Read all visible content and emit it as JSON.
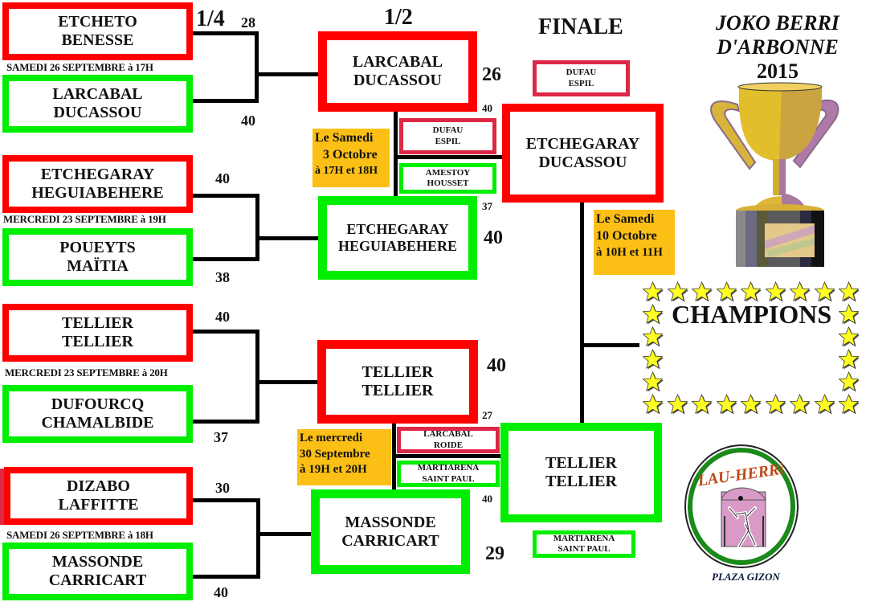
{
  "header": {
    "title_line1": "JOKO BERRI",
    "title_line2": "D'ARBONNE",
    "year": "2015"
  },
  "rounds": {
    "quarter": "1/4",
    "semi": "1/2",
    "final": "FINALE"
  },
  "quarterfinals": [
    {
      "team1": {
        "line1": "ETCHETO",
        "line2": "BENESSE",
        "score": "28"
      },
      "team2": {
        "line1": "LARCABAL",
        "line2": "DUCASSOU",
        "score": "40"
      },
      "date": "SAMEDI 26 SEPTEMBRE à 17H"
    },
    {
      "team1": {
        "line1": "ETCHEGARAY",
        "line2": "HEGUIABEHERE",
        "score": "40"
      },
      "team2": {
        "line1": "POUEYTS",
        "line2": "MAÏTIA",
        "score": "38"
      },
      "date": "MERCREDI 23 SEPTEMBRE à 19H"
    },
    {
      "team1": {
        "line1": "TELLIER",
        "line2": "TELLIER",
        "score": "40"
      },
      "team2": {
        "line1": "DUFOURCQ",
        "line2": "CHAMALBIDE",
        "score": "37"
      },
      "date": "MERCREDI 23 SEPTEMBRE à 20H"
    },
    {
      "team1": {
        "line1": "DIZABO",
        "line2": "LAFFITTE",
        "score": "30"
      },
      "team2": {
        "line1": "MASSONDE",
        "line2": "CARRICART",
        "score": "40"
      },
      "date": "SAMEDI 26 SEPTEMBRE à 18H"
    }
  ],
  "semifinals": [
    {
      "team1": {
        "line1": "LARCABAL",
        "line2": "DUCASSOU",
        "score": "26"
      },
      "team2": {
        "line1": "ETCHEGARAY",
        "line2": "HEGUIABEHERE",
        "score": "40"
      },
      "note": {
        "line1": "Le Samedi",
        "line2": "3 Octobre",
        "line3": "à 17H et 18H"
      },
      "consolation": {
        "team1": {
          "line1": "DUFAU",
          "line2": "ESPIL",
          "score": "40"
        },
        "team2": {
          "line1": "AMESTOY",
          "line2": "HOUSSET",
          "score": "37"
        }
      }
    },
    {
      "team1": {
        "line1": "TELLIER",
        "line2": "TELLIER",
        "score": "40"
      },
      "team2": {
        "line1": "MASSONDE",
        "line2": "CARRICART",
        "score": "29"
      },
      "note": {
        "line1": "Le mercredi",
        "line2": "30 Septembre",
        "line3": "à 19H et 20H"
      },
      "consolation": {
        "team1": {
          "line1": "LARCABAL",
          "line2": "ROIDE",
          "score": "27"
        },
        "team2": {
          "line1": "MARTIARENA",
          "line2": "SAINT PAUL",
          "score": "40"
        }
      }
    }
  ],
  "final": {
    "team1": {
      "line1": "ETCHEGARAY",
      "line2": "DUCASSOU"
    },
    "team2": {
      "line1": "TELLIER",
      "line2": "TELLIER"
    },
    "consolation1": {
      "line1": "DUFAU",
      "line2": "ESPIL"
    },
    "consolation2": {
      "line1": "MARTIARENA",
      "line2": "SAINT PAUL"
    },
    "note": {
      "line1": "Le Samedi",
      "line2": "10 Octobre",
      "line3": "à 10H et 11H"
    }
  },
  "champions": {
    "label": "CHAMPIONS"
  },
  "logo": {
    "club_name": "LAU-HERRi",
    "caption": "PLAZA GIZON"
  },
  "colors": {
    "loser_border": "#ff0000",
    "winner_border": "#00ee00",
    "consolation_loser": "#dc2846",
    "note_bg": "#fbbf16",
    "star": "#ffff22"
  }
}
